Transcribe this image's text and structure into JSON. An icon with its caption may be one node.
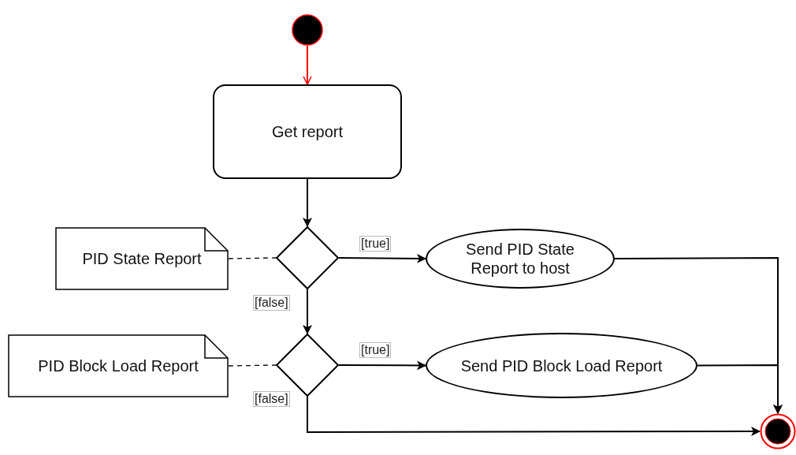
{
  "diagram": {
    "nodes": [
      {
        "text": [],
        "shape": "circle"
      },
      {
        "text": [
          "Get report"
        ]
      },
      {
        "text": [
          "PID State Report"
        ]
      },
      {
        "text": [],
        "shape": "diamond"
      },
      {
        "text": [
          "Send PID State Report to host"
        ]
      },
      {
        "text": [
          "PID Block Load Report"
        ]
      },
      {
        "text": [],
        "shape": "diamond"
      },
      {
        "text": [
          "Send PID Block Load Report"
        ]
      },
      {
        "text": [],
        "shape": "circle"
      }
    ],
    "edges": [
      {
        "from": 0,
        "to": 1,
        "arrow": "to",
        "color": "#ff0000"
      },
      {
        "from": 1,
        "to": 3,
        "arrow": "to"
      },
      {
        "from": 2,
        "to": 3,
        "arrow": "none",
        "style": "dashed"
      },
      {
        "from": 3,
        "to": 4,
        "arrow": "to",
        "label": "[true]"
      },
      {
        "from": 3,
        "to": 6,
        "arrow": "to",
        "label": "[false]"
      },
      {
        "from": 5,
        "to": 6,
        "arrow": "none",
        "style": "dashed"
      },
      {
        "from": 6,
        "to": 7,
        "arrow": "to",
        "label": "[true]"
      },
      {
        "from": 4,
        "to": 8,
        "arrow": "to"
      },
      {
        "from": 7,
        "to": 8,
        "arrow": "to"
      },
      {
        "from": 6,
        "to": 8,
        "arrow": "to",
        "label": "[false]"
      }
    ]
  }
}
